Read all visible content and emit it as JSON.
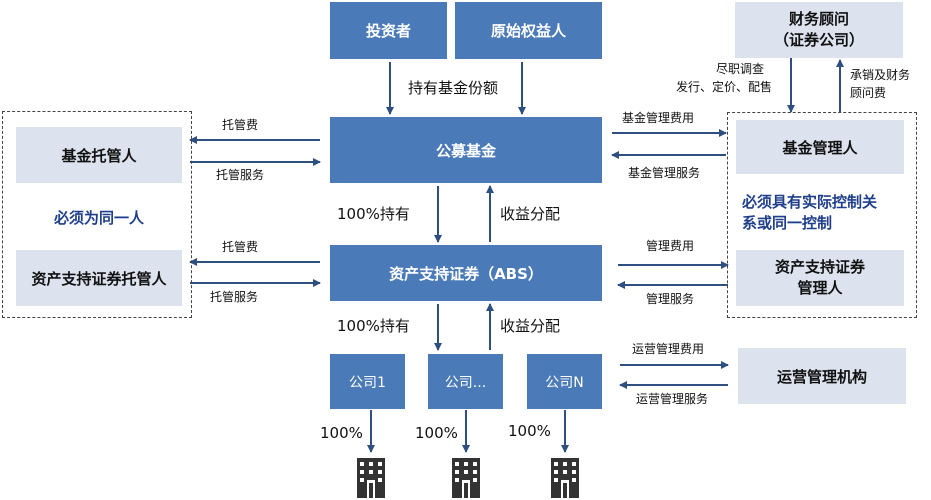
{
  "nodes": {
    "investor": "投资者",
    "original_holder": "原始权益人",
    "advisor_line1": "财务顾问",
    "advisor_line2": "（证券公司）",
    "public_fund": "公募基金",
    "fund_custodian": "基金托管人",
    "same_person_note": "必须为同一人",
    "abs_custodian": "资产支持证券托管人",
    "fund_manager": "基金管理人",
    "control_note_line1": "必须具有实际控制关",
    "control_note_line2": "系或同一控制",
    "abs": "资产支持证券（ABS）",
    "abs_manager_line1": "资产支持证券",
    "abs_manager_line2": "管理人",
    "company1": "公司1",
    "company_dots": "公司...",
    "companyN": "公司N",
    "ops_org": "运营管理机构"
  },
  "labels": {
    "hold_fund_share": "持有基金份额",
    "due_diligence_line1": "尽职调查",
    "due_diligence_line2": "发行、定价、配售",
    "underwrite_line1": "承销及财务",
    "underwrite_line2": "顾问费",
    "custody_fee_1": "托管费",
    "custody_service_1": "托管服务",
    "custody_fee_2": "托管费",
    "custody_service_2": "托管服务",
    "fund_mgmt_fee": "基金管理费用",
    "fund_mgmt_service": "基金管理服务",
    "hold_100_1": "100%持有",
    "income_dist_1": "收益分配",
    "mgmt_fee": "管理费用",
    "mgmt_service": "管理服务",
    "hold_100_2": "100%持有",
    "income_dist_2": "收益分配",
    "ops_mgmt_fee": "运营管理费用",
    "ops_mgmt_service": "运营管理服务",
    "pct_1": "100%",
    "pct_2": "100%",
    "pct_3": "100%"
  },
  "colors": {
    "box_blue": "#4a7ab8",
    "box_grey": "#dde3ee",
    "arrow": "#2f4f80",
    "note_blue": "#1f3f8a"
  },
  "icons": [
    "building-icon",
    "building-icon",
    "building-icon"
  ]
}
